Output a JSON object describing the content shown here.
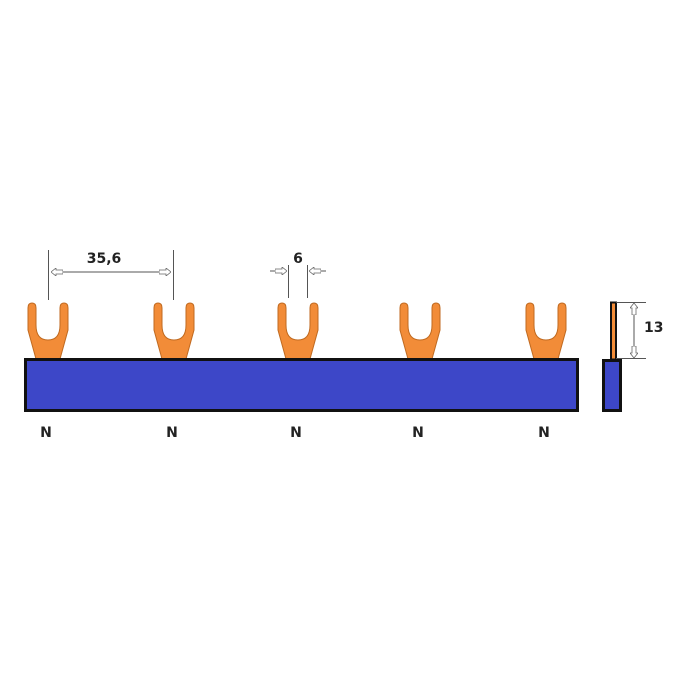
{
  "title": "Busbar (N), 5 forks",
  "dimensions": {
    "pitch": "35,6",
    "fork_width": "6",
    "height": "13"
  },
  "poles": [
    "N",
    "N",
    "N",
    "N",
    "N"
  ],
  "colors": {
    "bar": "#3d47c8",
    "fork": "#f28c38",
    "outline": "#111111"
  }
}
